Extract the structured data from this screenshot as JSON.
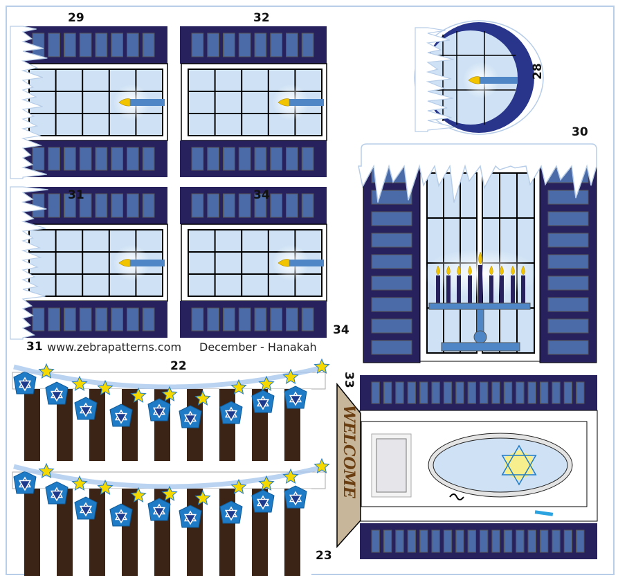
{
  "labels": {
    "w29": "29",
    "w32": "32",
    "w31": "31",
    "w34": "34",
    "w34b": "34",
    "w31b": "31",
    "g22": "22",
    "g23": "23",
    "d33": "33",
    "r28": "28",
    "w30": "30"
  },
  "footer": {
    "site": "www.zebrapatterns.com",
    "title": "December - Hanakah"
  },
  "door": {
    "mat_text": "WELCOME"
  },
  "colors": {
    "shutter": "#27215e",
    "slat": "#4a6aa8",
    "glass": "#cfe2f5",
    "border": "#b7cde8",
    "brown": "#3b2415",
    "dreidel": "#1f7bc6",
    "star": "#f5d800",
    "flame": "#f2c400",
    "menorah": "#4f86c6"
  }
}
